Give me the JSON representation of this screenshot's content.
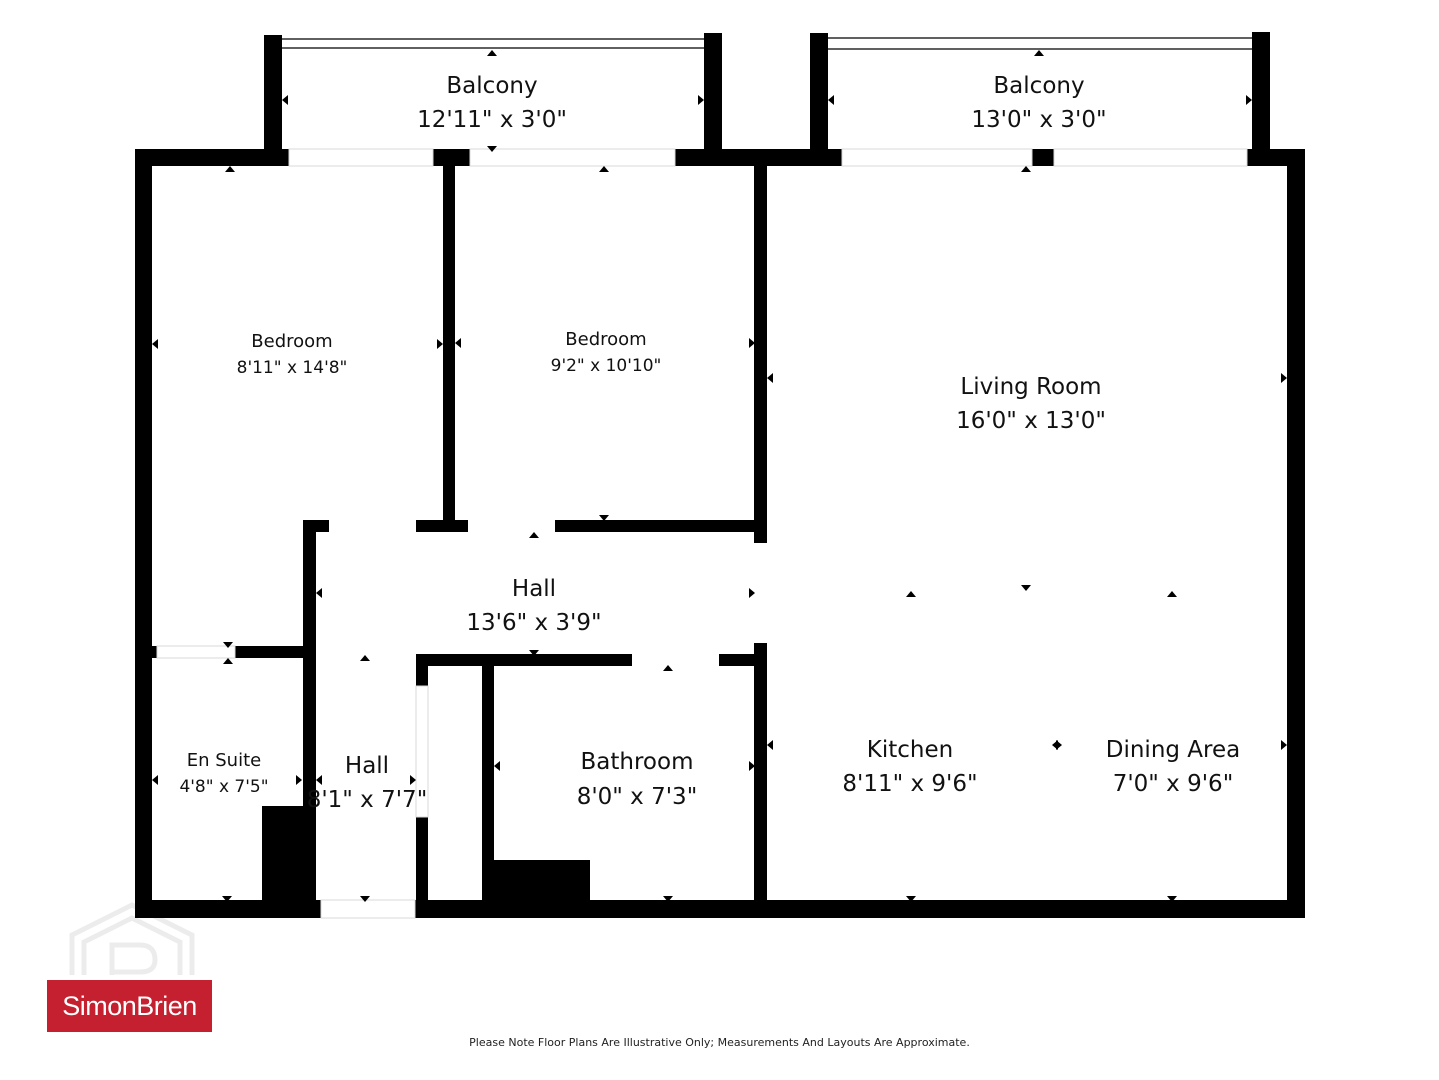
{
  "rooms": {
    "balcony_left": {
      "name": "Balcony",
      "dims": "12'11\" x 3'0\""
    },
    "balcony_right": {
      "name": "Balcony",
      "dims": "13'0\" x 3'0\""
    },
    "bedroom_left": {
      "name": "Bedroom",
      "dims": "8'11\" x 14'8\""
    },
    "bedroom_middle": {
      "name": "Bedroom",
      "dims": "9'2\" x 10'10\""
    },
    "living_room": {
      "name": "Living Room",
      "dims": "16'0\" x 13'0\""
    },
    "hall_main": {
      "name": "Hall",
      "dims": "13'6\" x 3'9\""
    },
    "en_suite": {
      "name": "En Suite",
      "dims": "4'8\" x 7'5\""
    },
    "hall_small": {
      "name": "Hall",
      "dims": "8'1\" x 7'7\""
    },
    "bathroom": {
      "name": "Bathroom",
      "dims": "8'0\" x 7'3\""
    },
    "kitchen": {
      "name": "Kitchen",
      "dims": "8'11\" x 9'6\""
    },
    "dining_area": {
      "name": "Dining Area",
      "dims": "7'0\" x 9'6\""
    }
  },
  "brand": {
    "name": "SimonBrien",
    "color": "#c4202f"
  },
  "disclaimer": "Please Note Floor Plans Are Illustrative Only; Measurements And Layouts Are Approximate.",
  "colors": {
    "walls": "#000000",
    "background": "#ffffff"
  }
}
